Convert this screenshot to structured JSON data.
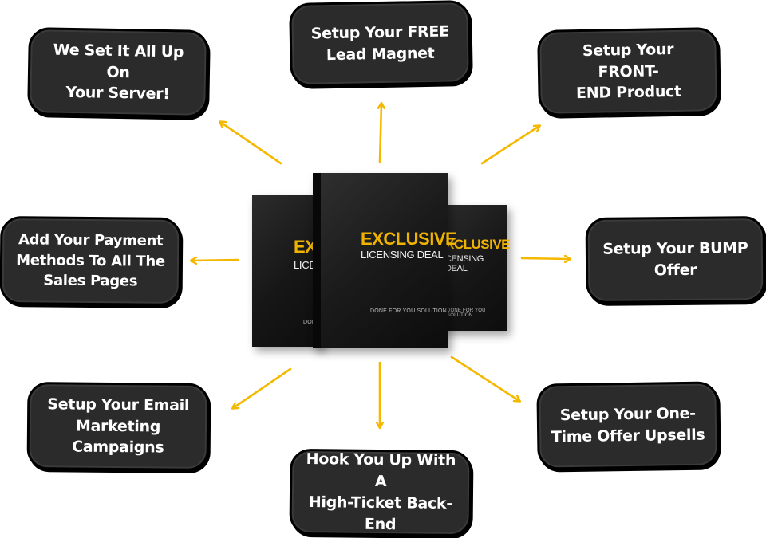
{
  "center": {
    "brand": "EXCLUSIVE",
    "subtitle": "LICENSING DEAL",
    "tagline": "DONE FOR YOU SOLUTION",
    "left_brand": "EXC",
    "left_subtitle": "LICE",
    "left_tagline": "DONE",
    "right_brand": "XCLUSIVE",
    "right_subtitle": "CENSING DEAL",
    "right_tagline": "DONE FOR YOU SOLUTION"
  },
  "nodes": {
    "magnet": "Setup Your FREE\nLead Magnet",
    "server": "We Set It All Up On\nYour Server!",
    "front": "Setup Your FRONT-\nEND Product",
    "payment": "Add Your Payment\nMethods To All The\nSales Pages",
    "bump": "Setup Your BUMP\nOffer",
    "email": "Setup Your Email\nMarketing Campaigns",
    "oto": "Setup Your One-\nTime Offer Upsells",
    "hook": "Hook You Up With A\nHigh-Ticket Back-End"
  },
  "colors": {
    "arrow": "#f5b800",
    "node_bg": "#2b2b2b",
    "brand": "#f0b400"
  }
}
